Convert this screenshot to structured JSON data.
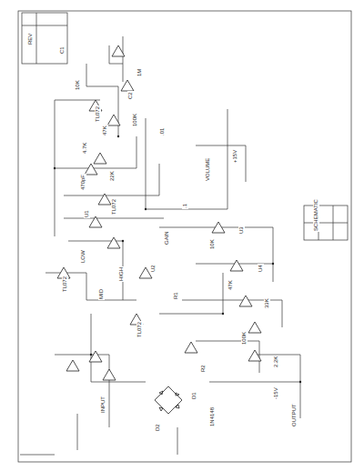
{
  "diagram": {
    "labels": [
      "10K",
      "47K",
      "100K",
      "4.7K",
      "22K",
      "1M",
      "TL072",
      "TL072",
      "TL072",
      "TL072",
      "470pF",
      ".01",
      ".1",
      "10K",
      "47K",
      "100K",
      "33K",
      "2.2K",
      "LOW",
      "MID",
      "HIGH",
      "GAIN",
      "VOLUME",
      "INPUT",
      "OUTPUT",
      "+15V",
      "-15V",
      "D1",
      "D2",
      "1N4148",
      "C1",
      "C2",
      "R1",
      "R2",
      "U1",
      "U2",
      "U3",
      "U4",
      "SCHEMATIC",
      "REV"
    ]
  }
}
